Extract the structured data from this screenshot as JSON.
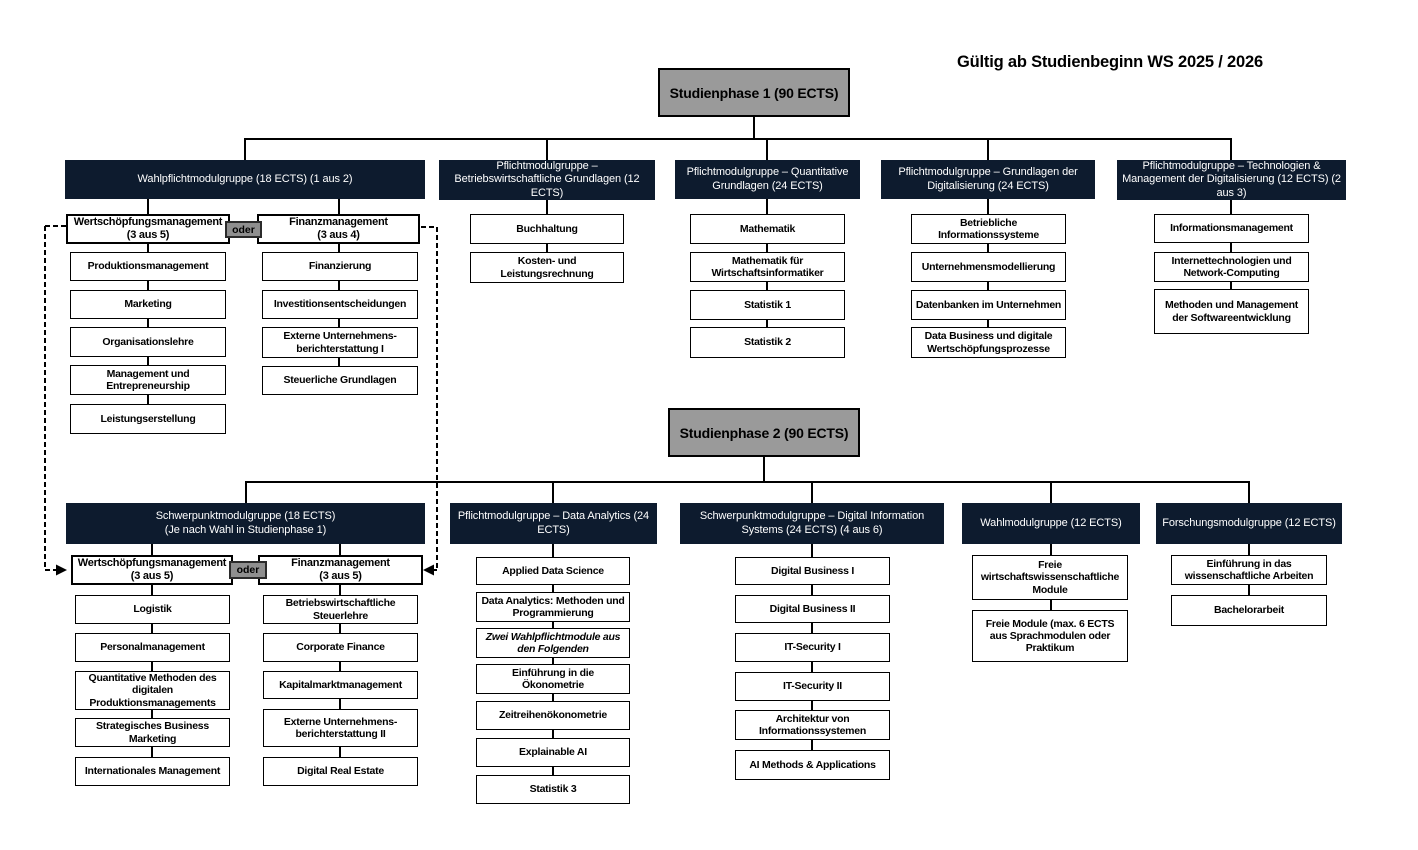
{
  "validity_note": "Gültig ab Studienbeginn WS 2025 / 2026",
  "oder_label": "oder",
  "colors": {
    "header_navy": "#0d1b2e",
    "phase_gray": "#9a9a9a",
    "oder_gray": "#8f8f8f",
    "line_black": "#000000"
  },
  "phase1": {
    "title": "Studienphase 1 (90 ECTS)",
    "groups": [
      {
        "label": "Wahlpflichtmodulgruppe (18 ECTS) (1 aus 2)",
        "subgroups": [
          {
            "label": "Wertschöpfungsmanagement\n(3 aus 5)",
            "modules": [
              "Produktionsmanagement",
              "Marketing",
              "Organisationslehre",
              "Management und Entrepreneurship",
              "Leistungserstellung"
            ]
          },
          {
            "label": "Finanzmanagement\n(3 aus 4)",
            "modules": [
              "Finanzierung",
              "Investitionsentscheidungen",
              "Externe Unternehmens-berichterstattung I",
              "Steuerliche Grundlagen"
            ]
          }
        ]
      },
      {
        "label": "Pflichtmodulgruppe – Betriebswirtschaftliche Grundlagen (12 ECTS)",
        "modules": [
          "Buchhaltung",
          "Kosten- und Leistungsrechnung"
        ]
      },
      {
        "label": "Pflichtmodulgruppe – Quantitative Grundlagen (24 ECTS)",
        "modules": [
          "Mathematik",
          "Mathematik für Wirtschaftsinformatiker",
          "Statistik 1",
          "Statistik 2"
        ]
      },
      {
        "label": "Pflichtmodulgruppe – Grundlagen der Digitalisierung (24 ECTS)",
        "modules": [
          "Betriebliche Informationssysteme",
          "Unternehmensmodellierung",
          "Datenbanken im Unternehmen",
          "Data Business und digitale Wertschöpfungsprozesse"
        ]
      },
      {
        "label": "Pflichtmodulgruppe – Technologien & Management der Digitalisierung (12 ECTS) (2 aus 3)",
        "modules": [
          "Informationsmanagement",
          "Internettechnologien und Network-Computing",
          "Methoden und Management der Softwareentwicklung"
        ]
      }
    ]
  },
  "phase2": {
    "title": "Studienphase 2 (90 ECTS)",
    "groups": [
      {
        "label": "Schwerpunktmodulgruppe (18 ECTS)\n(Je nach Wahl in Studienphase 1)",
        "subgroups": [
          {
            "label": "Wertschöpfungsmanagement\n(3 aus 5)",
            "modules": [
              "Logistik",
              "Personalmanagement",
              "Quantitative Methoden des digitalen Produktionsmanagements",
              "Strategisches Business Marketing",
              "Internationales Management"
            ]
          },
          {
            "label": "Finanzmanagement\n(3 aus 5)",
            "modules": [
              "Betriebswirtschaftliche Steuerlehre",
              "Corporate Finance",
              "Kapitalmarktmanagement",
              "Externe Unternehmens-berichterstattung II",
              "Digital Real Estate"
            ]
          }
        ]
      },
      {
        "label": "Pflichtmodulgruppe – Data Analytics (24 ECTS)",
        "modules": [
          "Applied Data Science",
          "Data Analytics: Methoden und Programmierung",
          "Zwei Wahlpflichtmodule aus den Folgenden",
          "Einführung in die Ökonometrie",
          "Zeitreihenökonometrie",
          "Explainable AI",
          "Statistik 3"
        ]
      },
      {
        "label": "Schwerpunktmodulgruppe – Digital Information Systems (24 ECTS) (4 aus 6)",
        "modules": [
          "Digital Business I",
          "Digital Business II",
          "IT-Security I",
          "IT-Security II",
          "Architektur von Informationssystemen",
          "AI Methods & Applications"
        ]
      },
      {
        "label": "Wahlmodulgruppe (12 ECTS)",
        "modules": [
          "Freie wirtschaftswissenschaftliche Module",
          "Freie Module (max. 6 ECTS aus Sprachmodulen oder Praktikum"
        ]
      },
      {
        "label": "Forschungsmodulgruppe (12 ECTS)",
        "modules": [
          "Einführung in das wissenschaftliche Arbeiten",
          "Bachelorarbeit"
        ]
      }
    ]
  }
}
